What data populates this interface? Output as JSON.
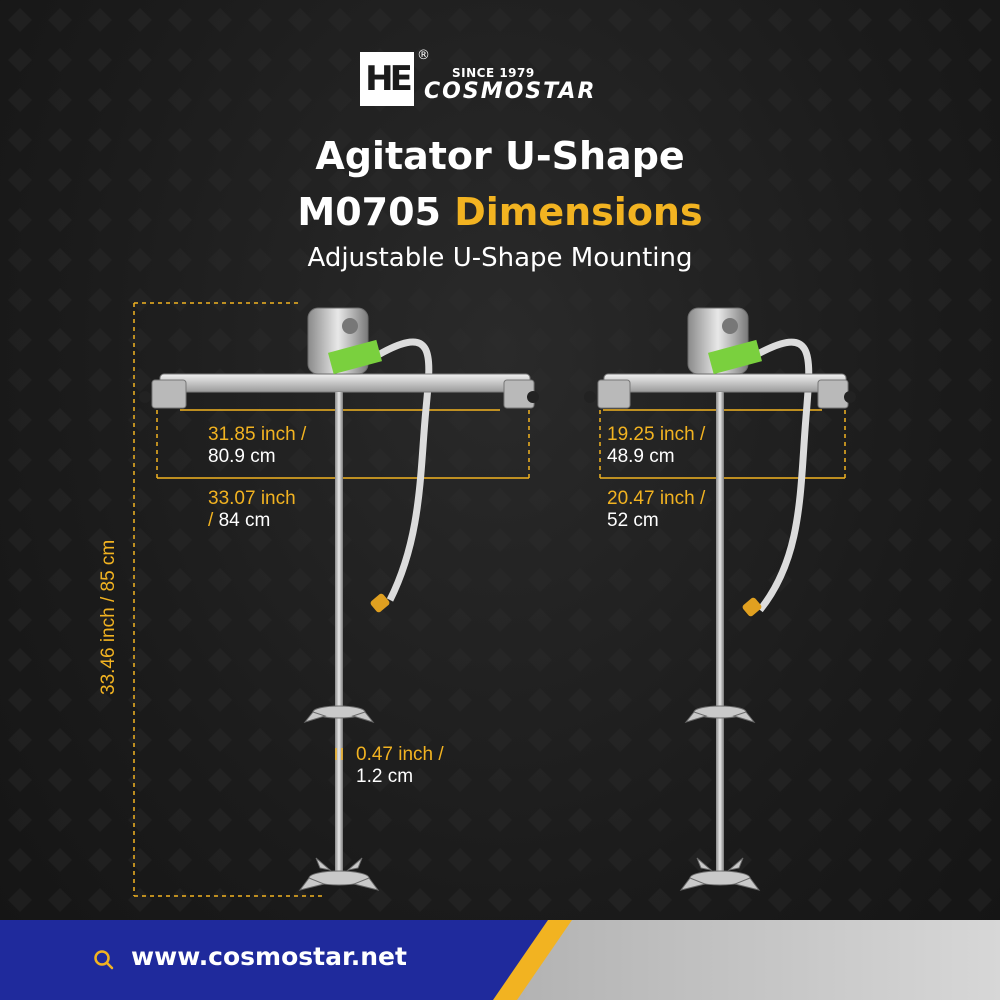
{
  "brand": {
    "mark": "HE",
    "registered": "®",
    "since": "SINCE 1979",
    "name": "COSMOSTAR"
  },
  "header": {
    "title_line1": "Agitator U-Shape",
    "title_line2_prefix": "M0705",
    "title_line2_accent": "Dimensions",
    "subtitle": "Adjustable U-Shape Mounting"
  },
  "left_product": {
    "inner_width_inch": "31.85 inch /",
    "inner_width_cm": "80.9 cm",
    "outer_width_inch": "33.07 inch",
    "outer_width_sep": "/",
    "outer_width_cm": "84 cm",
    "height": "33.46 inch / 85 cm",
    "shaft_diameter_inch": "0.47 inch /",
    "shaft_diameter_cm": "1.2 cm"
  },
  "right_product": {
    "inner_width_inch": "19.25 inch /",
    "inner_width_cm": "48.9 cm",
    "outer_width_inch": "20.47 inch /",
    "outer_width_cm": "52 cm"
  },
  "footer": {
    "icon": "search-icon",
    "url": "www.cosmostar.net"
  },
  "colors": {
    "accent": "#f2b321",
    "background": "#1c1c1c",
    "footer_blue": "#1f2a9c",
    "text": "#ffffff"
  }
}
